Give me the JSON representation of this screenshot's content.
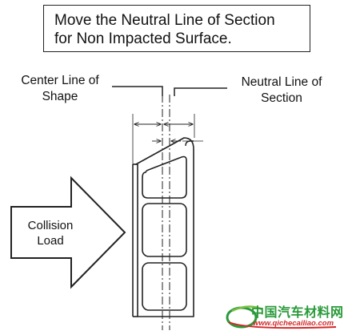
{
  "title": {
    "line1": "Move the Neutral Line of Section",
    "line2": "for Non Impacted Surface."
  },
  "labels": {
    "center_line_line1": "Center Line of",
    "center_line_line2": "Shape",
    "neutral_line_line1": "Neutral Line of",
    "neutral_line_line2": "Section",
    "load_line1": "Collision",
    "load_line2": "Load"
  },
  "watermark": {
    "text": "中国汽车材料网",
    "url": "www.qichecailiao.com"
  },
  "colors": {
    "line": "#222222",
    "watermark_green": "#2a9a3a",
    "watermark_red": "#d22a2a"
  }
}
